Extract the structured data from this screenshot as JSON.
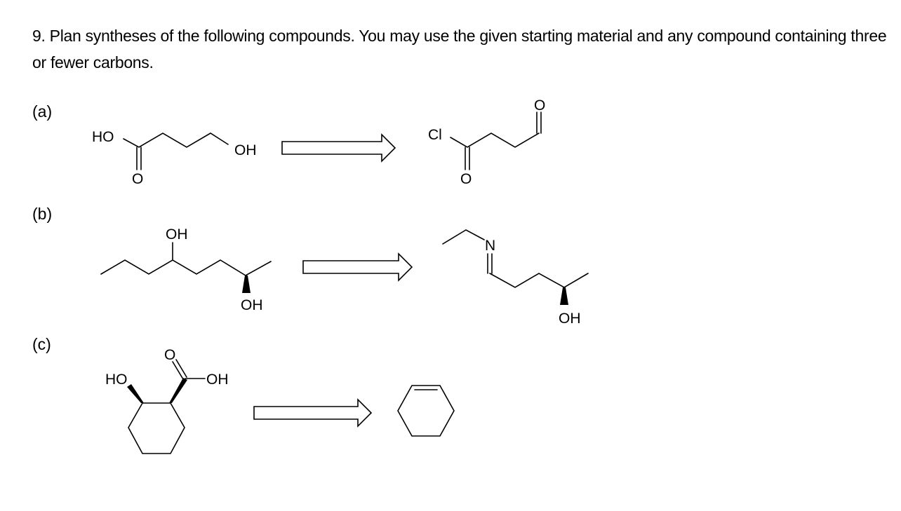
{
  "question": {
    "text": "9. Plan syntheses of the following compounds.  You may use the given starting material and any compound containing three or fewer carbons."
  },
  "parts": [
    {
      "label": "(a)",
      "target_atoms": [
        "HO",
        "OH",
        "O"
      ],
      "starting_atoms": [
        "Cl",
        "O",
        "O"
      ]
    },
    {
      "label": "(b)",
      "target_atoms": [
        "OH",
        "OH"
      ],
      "starting_atoms": [
        "N",
        "OH"
      ]
    },
    {
      "label": "(c)",
      "target_atoms": [
        "HO",
        "O",
        "OH"
      ],
      "starting_atoms": []
    }
  ]
}
